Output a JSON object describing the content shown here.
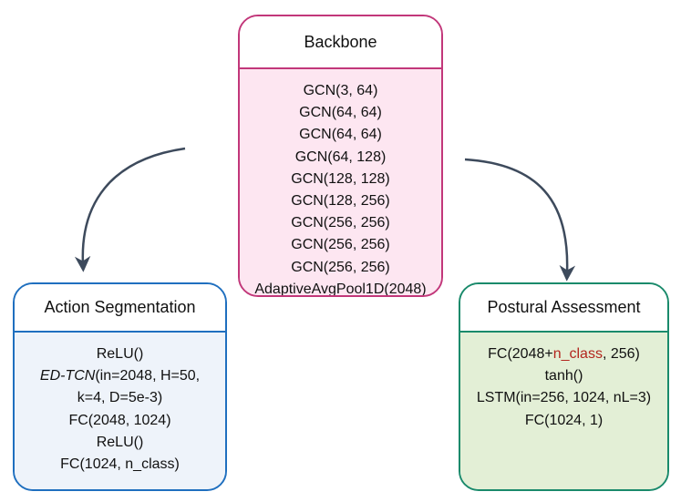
{
  "backbone": {
    "title": "Backbone",
    "layers": [
      "GCN(3, 64)",
      "GCN(64, 64)",
      "GCN(64, 64)",
      "GCN(64, 128)",
      "GCN(128, 128)",
      "GCN(128, 256)",
      "GCN(256, 256)",
      "GCN(256, 256)",
      "GCN(256, 256)",
      "AdaptiveAvgPool1D(2048)"
    ]
  },
  "action": {
    "title": "Action Segmentation",
    "line1": "ReLU()",
    "edtcn_name": "ED-TCN",
    "edtcn_args1": "(in=2048, H=50,",
    "edtcn_args2": "k=4, D=5e-3)",
    "line4": "FC(2048, 1024)",
    "line5": "ReLU()",
    "line6": "FC(1024, n_class)"
  },
  "postural": {
    "title": "Postural Assessment",
    "fc_prefix": "FC(2048+",
    "fc_highlight": "n_class",
    "fc_suffix": ", 256)",
    "line2": "tanh()",
    "line3": "LSTM(in=256, 1024, nL=3)",
    "line4": "FC(1024, 1)"
  },
  "colors": {
    "backbone_border": "#c2377a",
    "backbone_fill": "#fde6f1",
    "action_border": "#1f6fbf",
    "action_fill": "#eef3fa",
    "postural_border": "#1a8a6b",
    "postural_fill": "#e3efd6",
    "highlight_text": "#b3261e",
    "arrow": "#3d4a5c"
  }
}
